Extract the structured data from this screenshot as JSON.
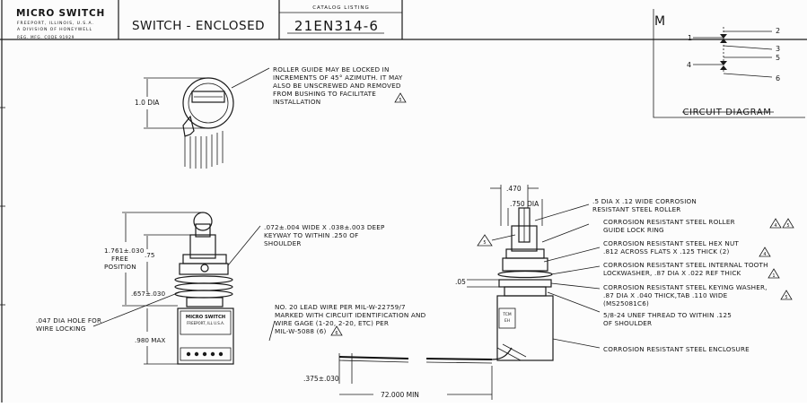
{
  "title_block": {
    "company": "MICRO SWITCH",
    "company_sub_1": "FREEPORT, ILLINOIS, U.S.A.",
    "company_sub_2": "A DIVISION OF HONEYWELL",
    "company_sub_3": "REG. MFG. CODE 91929",
    "title": "SWITCH - ENCLOSED",
    "catalog_caption": "CATALOG LISTING",
    "catalog_number": "21EN314-6",
    "corner_mark": "M"
  },
  "circuit": {
    "label": "CIRCUIT DIAGRAM",
    "terminals": [
      "1",
      "2",
      "3",
      "4",
      "5",
      "6"
    ]
  },
  "top_view": {
    "dia_label": "1.0 DIA",
    "note": [
      "ROLLER GUIDE MAY BE LOCKED IN",
      "INCREMENTS OF 45° AZIMUTH. IT MAY",
      "ALSO BE UNSCREWED AND REMOVED",
      "FROM BUSHING TO FACILITATE",
      "INSTALLATION"
    ]
  },
  "side_view": {
    "free_position": [
      "1.761±.030",
      "FREE",
      "POSITION"
    ],
    "dim_75": ".75",
    "dim_657": ".657±.030",
    "dim_980": ".980 MAX",
    "hole_note": [
      ".047 DIA HOLE FOR",
      "WIRE LOCKING"
    ],
    "keyway_note": [
      ".072±.004 WIDE X .038±.003 DEEP",
      "KEYWAY TO WITHIN .250 OF",
      "SHOULDER"
    ],
    "label_brand": "MICRO SWITCH",
    "label_line": "FREEPORT, ILL U.S.A."
  },
  "wire": {
    "note": [
      "NO. 20 LEAD WIRE PER MIL-W-22759/7",
      "MARKED WITH CIRCUIT IDENTIFICATION AND",
      "WIRE GAGE (1-20, 2-20, ETC) PER",
      "MIL-W-5088 (6)"
    ],
    "dim_375": ".375±.030",
    "dim_72": "72.000 MIN"
  },
  "right_view": {
    "dim_470": ".470",
    "dim_750": ".750 DIA",
    "dim_05": ".05",
    "callouts": [
      [
        ".5 DIA X .12 WIDE CORROSION",
        "RESISTANT STEEL ROLLER"
      ],
      [
        "CORROSION RESISTANT STEEL ROLLER",
        "GUIDE LOCK RING"
      ],
      [
        "CORROSION RESISTANT STEEL HEX NUT",
        ".812 ACROSS FLATS X .125 THICK (2)"
      ],
      [
        "CORROSION RESISTANT STEEL INTERNAL TOOTH",
        "LOCKWASHER, .87 DIA X .022 REF THICK"
      ],
      [
        "CORROSION RESISTANT STEEL KEYING WASHER,",
        ".87 DIA X .040 THICK,TAB .110 WIDE",
        "(MS25081C6)"
      ],
      [
        "5/8-24 UNEF THREAD TO WITHIN .125",
        "OF SHOULDER"
      ],
      [
        "CORROSION RESISTANT STEEL ENCLOSURE"
      ]
    ],
    "label_a": "TCM",
    "label_b": "EH"
  },
  "note_flags": [
    "5",
    "6",
    "5",
    "4",
    "5",
    "4",
    "1",
    "5"
  ]
}
